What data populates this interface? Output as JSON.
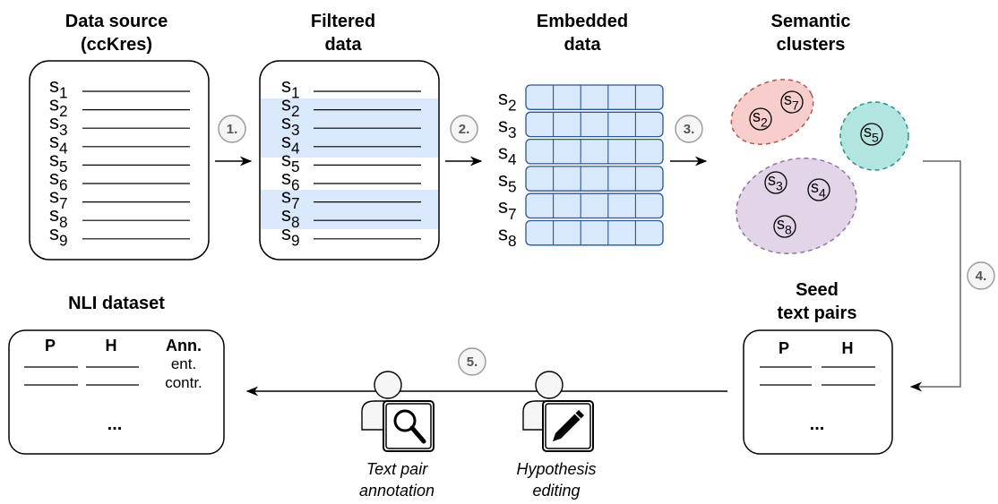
{
  "titles": {
    "source_line1": "Data source",
    "source_line2": "(ccKres)",
    "filtered_line1": "Filtered",
    "filtered_line2": "data",
    "embedded_line1": "Embedded",
    "embedded_line2": "data",
    "clusters_line1": "Semantic",
    "clusters_line2": "clusters",
    "seed_line1": "Seed",
    "seed_line2": "text pairs",
    "nli": "NLI dataset"
  },
  "steps": [
    "1.",
    "2.",
    "3.",
    "4.",
    "5."
  ],
  "sentence_prefix": "s",
  "source_sentences": [
    "1",
    "2",
    "3",
    "4",
    "5",
    "6",
    "7",
    "8",
    "9"
  ],
  "filtered_sentences": [
    "1",
    "2",
    "3",
    "4",
    "5",
    "6",
    "7",
    "8",
    "9"
  ],
  "embedded_rows": [
    "2",
    "3",
    "4",
    "5",
    "7",
    "8"
  ],
  "clusters": {
    "red": [
      "2",
      "7"
    ],
    "teal": [
      "5"
    ],
    "purple": [
      "3",
      "4",
      "8"
    ]
  },
  "seed_table": {
    "col_p": "P",
    "col_h": "H",
    "ellipsis": "..."
  },
  "nli_table": {
    "col_p": "P",
    "col_h": "H",
    "col_ann": "Ann.",
    "ann_values": [
      "ent.",
      "contr."
    ],
    "ellipsis": "..."
  },
  "actors": {
    "annotation_line1": "Text pair",
    "annotation_line2": "annotation",
    "editing_line1": "Hypothesis",
    "editing_line2": "editing"
  },
  "colors": {
    "highlight": "#dae8fc",
    "grid_fill": "#dae8fc",
    "grid_stroke": "#2a5599",
    "cluster_red": "#f8cecc",
    "cluster_red_stroke": "#b85450",
    "cluster_teal": "#b2e5e0",
    "cluster_teal_stroke": "#2a8f84",
    "cluster_purple": "#e1d5e7",
    "cluster_purple_stroke": "#9673a6",
    "step_fill": "#f5f5f5",
    "step_stroke": "#999999"
  }
}
